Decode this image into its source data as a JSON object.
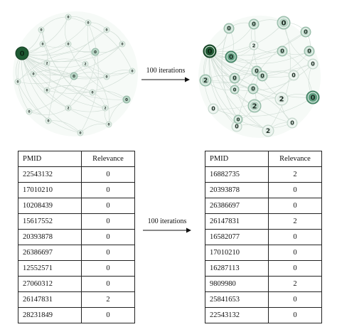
{
  "arrows": {
    "top_label": "100 iterations",
    "bottom_label": "100 iterations"
  },
  "graph_before": {
    "nodes": [
      {
        "label": "0",
        "level": 3
      },
      {
        "label": "0",
        "level": 0
      },
      {
        "label": "0",
        "level": 0
      },
      {
        "label": "0",
        "level": 0
      },
      {
        "label": "0",
        "level": 0
      },
      {
        "label": "0",
        "level": 0
      },
      {
        "label": "0",
        "level": 1
      },
      {
        "label": "0",
        "level": 0
      },
      {
        "label": "0",
        "level": 0
      },
      {
        "label": "2",
        "level": 0
      },
      {
        "label": "2",
        "level": 0
      },
      {
        "label": "0",
        "level": 0
      },
      {
        "label": "0",
        "level": 0
      },
      {
        "label": "0",
        "level": 1
      },
      {
        "label": "0",
        "level": 0
      },
      {
        "label": "0",
        "level": 0
      },
      {
        "label": "0",
        "level": 0
      },
      {
        "label": "0",
        "level": 0
      },
      {
        "label": "0",
        "level": 1
      },
      {
        "label": "2",
        "level": 0
      },
      {
        "label": "0",
        "level": 0
      },
      {
        "label": "0",
        "level": 0
      },
      {
        "label": "0",
        "level": 0
      },
      {
        "label": "0",
        "level": 0
      },
      {
        "label": "2",
        "level": 0
      }
    ]
  },
  "graph_after": {
    "nodes": [
      {
        "label": "0",
        "level": 3
      },
      {
        "label": "0",
        "level": 1
      },
      {
        "label": "0",
        "level": 1
      },
      {
        "label": "0",
        "level": 1
      },
      {
        "label": "0",
        "level": 1
      },
      {
        "label": "0",
        "level": 1
      },
      {
        "label": "0",
        "level": 1
      },
      {
        "label": "2",
        "level": 0
      },
      {
        "label": "0",
        "level": 2
      },
      {
        "label": "0",
        "level": 1
      },
      {
        "label": "2",
        "level": 1
      },
      {
        "label": "0",
        "level": 1
      },
      {
        "label": "0",
        "level": 1
      },
      {
        "label": "0",
        "level": 0
      },
      {
        "label": "0",
        "level": 0
      },
      {
        "label": "0",
        "level": 1
      },
      {
        "label": "0",
        "level": 1
      },
      {
        "label": "2",
        "level": 1
      },
      {
        "label": "2",
        "level": 0
      },
      {
        "label": "0",
        "level": 2
      },
      {
        "label": "0",
        "level": 0
      },
      {
        "label": "0",
        "level": 0
      },
      {
        "label": "2",
        "level": 0
      },
      {
        "label": "0",
        "level": 0
      },
      {
        "label": "0",
        "level": 1
      }
    ]
  },
  "table_before": {
    "headers": [
      "PMID",
      "Relevance"
    ],
    "rows": [
      [
        "22543132",
        "0"
      ],
      [
        "17010210",
        "0"
      ],
      [
        "10208439",
        "0"
      ],
      [
        "15617552",
        "0"
      ],
      [
        "20393878",
        "0"
      ],
      [
        "26386697",
        "0"
      ],
      [
        "12552571",
        "0"
      ],
      [
        "27060312",
        "0"
      ],
      [
        "26147831",
        "2"
      ],
      [
        "28231849",
        "0"
      ]
    ]
  },
  "table_after": {
    "headers": [
      "PMID",
      "Relevance"
    ],
    "rows": [
      [
        "16882735",
        "2"
      ],
      [
        "20393878",
        "0"
      ],
      [
        "26386697",
        "0"
      ],
      [
        "26147831",
        "2"
      ],
      [
        "16582077",
        "0"
      ],
      [
        "17010210",
        "0"
      ],
      [
        "16287113",
        "0"
      ],
      [
        "9809980",
        "2"
      ],
      [
        "25841653",
        "0"
      ],
      [
        "22543132",
        "0"
      ]
    ]
  },
  "colors": {
    "node_dark": "#1f5a33",
    "node_medium": "#5f9e80",
    "node_light": "#b9d5c6",
    "node_pale": "#e2eee7",
    "edge": "#cfdcd4"
  }
}
